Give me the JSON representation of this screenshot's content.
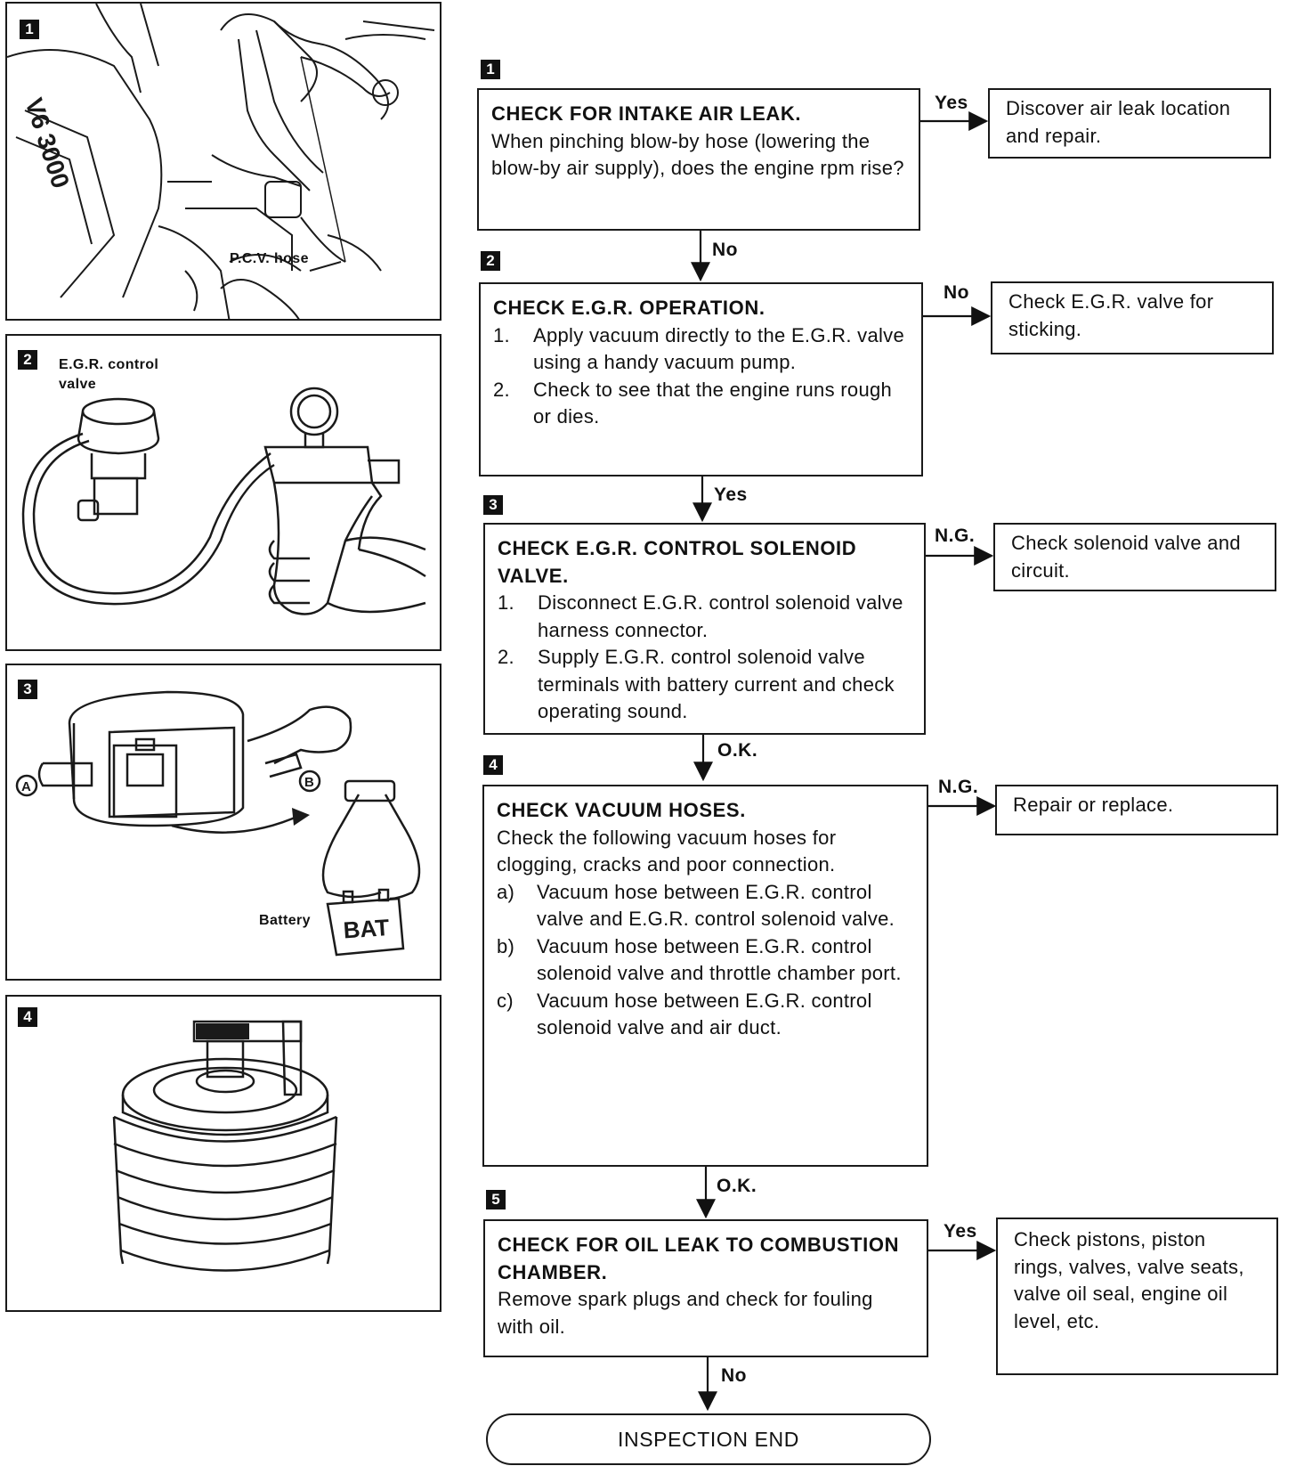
{
  "illustrations": {
    "fig1": {
      "badge": "1",
      "label": "P.C.V. hose"
    },
    "fig2": {
      "badge": "2",
      "label": "E.G.R. control valve"
    },
    "fig3": {
      "badge": "3",
      "label_a": "A",
      "label_b": "B",
      "battery_label": "Battery",
      "battery_text": "BAT"
    },
    "fig4": {
      "badge": "4"
    }
  },
  "flow": {
    "step1": {
      "badge": "1",
      "title": "CHECK FOR INTAKE AIR LEAK.",
      "body": "When pinching blow-by hose (lowering the blow-by air supply), does the engine rpm rise?",
      "branch_label": "Yes",
      "result": "Discover air leak location and repair.",
      "next_label": "No"
    },
    "step2": {
      "badge": "2",
      "title": "CHECK E.G.R. OPERATION.",
      "items": [
        {
          "n": "1.",
          "text": "Apply vacuum directly to the E.G.R. valve using a handy vacuum pump."
        },
        {
          "n": "2.",
          "text": "Check to see that the engine runs rough or dies."
        }
      ],
      "branch_label": "No",
      "result": "Check E.G.R. valve for sticking.",
      "next_label": "Yes"
    },
    "step3": {
      "badge": "3",
      "title": "CHECK E.G.R. CONTROL SOLENOID VALVE.",
      "items": [
        {
          "n": "1.",
          "text": "Disconnect E.G.R. control solenoid valve harness connector."
        },
        {
          "n": "2.",
          "text": "Supply E.G.R. control solenoid valve terminals with battery current and check operating sound."
        }
      ],
      "branch_label": "N.G.",
      "result": "Check solenoid valve and circuit.",
      "next_label": "O.K."
    },
    "step4": {
      "badge": "4",
      "title": "CHECK VACUUM HOSES.",
      "body": "Check the following vacuum hoses for clogging, cracks and poor connection.",
      "items": [
        {
          "n": "a)",
          "text": "Vacuum hose between E.G.R. control valve and E.G.R. control solenoid valve."
        },
        {
          "n": "b)",
          "text": "Vacuum hose between E.G.R. control solenoid valve and throttle chamber port."
        },
        {
          "n": "c)",
          "text": "Vacuum hose between E.G.R. control solenoid valve and air duct."
        }
      ],
      "branch_label": "N.G.",
      "result": "Repair or replace.",
      "next_label": "O.K."
    },
    "step5": {
      "badge": "5",
      "title": "CHECK FOR OIL LEAK TO COMBUSTION CHAMBER.",
      "body": "Remove spark plugs and check for fouling with oil.",
      "branch_label": "Yes",
      "result": "Check pistons, piston rings, valves, valve seats, valve oil seal, engine oil level, etc.",
      "next_label": "No"
    },
    "end": "INSPECTION END"
  }
}
